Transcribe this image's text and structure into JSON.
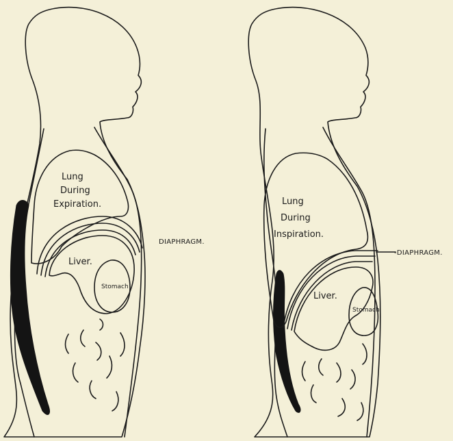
{
  "figures": [
    {
      "lung_lines": [
        "Lung",
        "During",
        "Expiration."
      ],
      "liver": "Liver.",
      "stomach": "Stomach",
      "diaphragm": "DIAPHRAGM."
    },
    {
      "lung_lines": [
        "Lung",
        "During",
        "Inspiration."
      ],
      "liver": "Liver.",
      "stomach": "Stomach",
      "diaphragm": "-DIAPHRAGM."
    }
  ],
  "colors": {
    "paper": "#f4f0d8",
    "ink": "#1a1a1a"
  }
}
